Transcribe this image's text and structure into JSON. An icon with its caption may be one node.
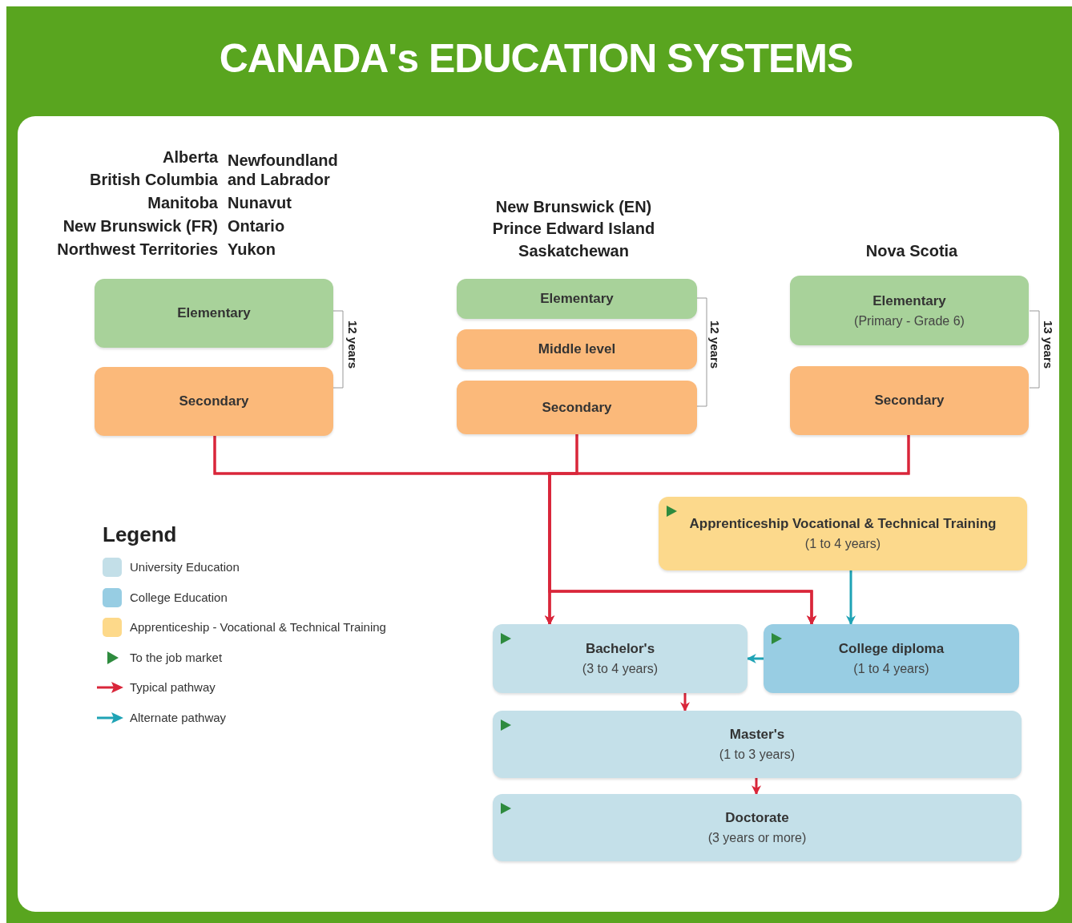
{
  "diagram": {
    "title": "CANADA's EDUCATION SYSTEMS",
    "nodes": [
      {
        "text": [
          "Elementary"
        ]
      },
      {
        "text": [
          "Secondary"
        ]
      },
      {
        "text": [
          "Elementary"
        ]
      },
      {
        "text": [
          "Middle level"
        ]
      },
      {
        "text": [
          "Secondary"
        ]
      },
      {
        "text": [
          "Elementary",
          "(Primary - Grade 6)"
        ]
      },
      {
        "text": [
          "Secondary"
        ]
      },
      {
        "text": [
          "Apprenticeship Vocational & Technical Training",
          "(1 to 4 years)"
        ]
      },
      {
        "text": [
          "Bachelor's",
          "(3 to 4 years)"
        ]
      },
      {
        "text": [
          "College diploma",
          "(1 to 4 years)"
        ]
      },
      {
        "text": [
          "Master's",
          "(1 to 3 years)"
        ]
      },
      {
        "text": [
          "Doctorate",
          "(3 years or more)"
        ]
      }
    ],
    "edges": [
      {
        "from": 1,
        "to": 8,
        "arrow": "to"
      },
      {
        "from": 4,
        "to": 8,
        "arrow": "to"
      },
      {
        "from": 6,
        "to": 8,
        "arrow": "to"
      },
      {
        "from": 1,
        "to": 9,
        "arrow": "to"
      },
      {
        "from": 4,
        "to": 9,
        "arrow": "to"
      },
      {
        "from": 6,
        "to": 9,
        "arrow": "to"
      },
      {
        "from": 7,
        "to": 9,
        "arrow": "to",
        "color": "#1fa3b5"
      },
      {
        "from": 9,
        "to": 8,
        "arrow": "to",
        "color": "#1fa3b5"
      },
      {
        "from": 8,
        "to": 10,
        "arrow": "to"
      },
      {
        "from": 10,
        "to": 11,
        "arrow": "to"
      }
    ],
    "labels": [
      "Alberta",
      "British Columbia",
      "Manitoba",
      "New Brunswick (FR)",
      "Northwest Territories",
      "Newfoundland and Labrador",
      "Nunavut",
      "Ontario",
      "Yukon",
      "New Brunswick (EN)",
      "Prince Edward Island",
      "Saskatchewan",
      "Nova Scotia",
      "12 years",
      "12 years",
      "13 years",
      "Legend"
    ],
    "legend": [
      {
        "text": "University Education",
        "color": "#c3dfe8"
      },
      {
        "text": "College Education",
        "color": "#97cde3"
      },
      {
        "text": "Apprenticeship - Vocational & Technical Training",
        "color": "#fdd98a"
      },
      {
        "text": "To the job market"
      },
      {
        "text": "Typical pathway"
      },
      {
        "text": "Alternate pathway"
      }
    ]
  }
}
